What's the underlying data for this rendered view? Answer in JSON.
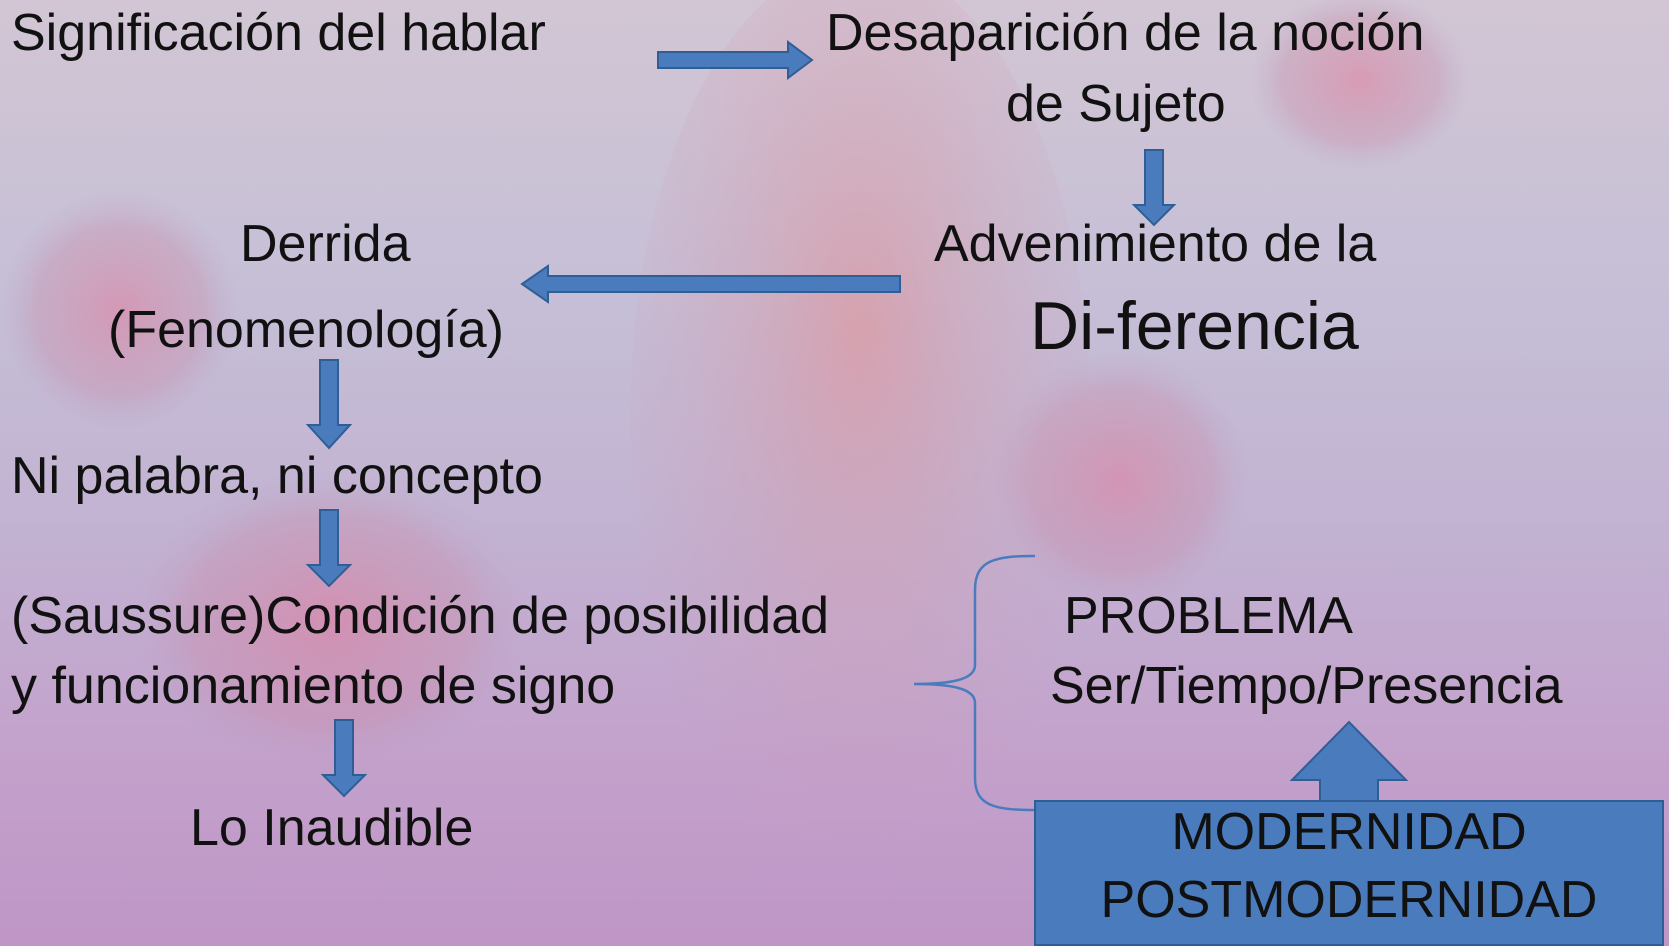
{
  "nodes": {
    "significacion": "Significación del hablar",
    "desaparicion_line1": "Desaparición de la noción",
    "desaparicion_line2": "de Sujeto",
    "derrida": "Derrida",
    "fenomenologia": "(Fenomenología)",
    "advenimiento": "Advenimiento de la",
    "diferencia": "Di-ferencia",
    "ni_palabra": "Ni palabra, ni concepto",
    "saussure_line1": "(Saussure)Condición de posibilidad",
    "saussure_line2": "y funcionamiento de signo",
    "lo_inaudible": "Lo Inaudible",
    "problema": "PROBLEMA",
    "ser_tiempo": "Ser/Tiempo/Presencia",
    "modernidad": "MODERNIDAD",
    "postmodernidad": "POSTMODERNIDAD"
  },
  "colors": {
    "arrow_fill": "#4a7cbd",
    "arrow_stroke": "#2f5e97",
    "brace": "#4a7cbd"
  }
}
